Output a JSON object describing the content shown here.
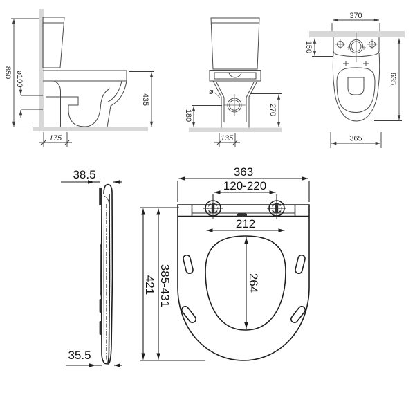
{
  "drawing": {
    "description": "Toilet and seat technical dimension drawing",
    "colors": {
      "line": "#4a4a4a",
      "line_dark": "#1f1f1f",
      "wall": "#d8d8d8",
      "background": "#ffffff"
    },
    "views": {
      "toilet_side": {
        "label": "toilet side view",
        "height_total": "850",
        "drain_diameter": "ø100",
        "bowl_height": "435",
        "outlet_distance": "175"
      },
      "toilet_front": {
        "label": "toilet front view",
        "inlet_height": "180",
        "ledge_height": "270",
        "base_to_drain": "135",
        "diameter_mark": "ø"
      },
      "toilet_top": {
        "label": "toilet top view",
        "cistern_width": "370",
        "wall_offset": "150",
        "total_depth": "635",
        "bowl_width": "365"
      },
      "seat_side": {
        "label": "seat side view",
        "top_thickness": "38.5",
        "bottom_thickness": "35.5"
      },
      "seat_top": {
        "label": "seat top view",
        "width": "363",
        "hinge_spacing": "120-220",
        "opening_width": "212",
        "length_fixed": "421",
        "length_range": "385-431",
        "opening_depth": "264"
      }
    }
  }
}
